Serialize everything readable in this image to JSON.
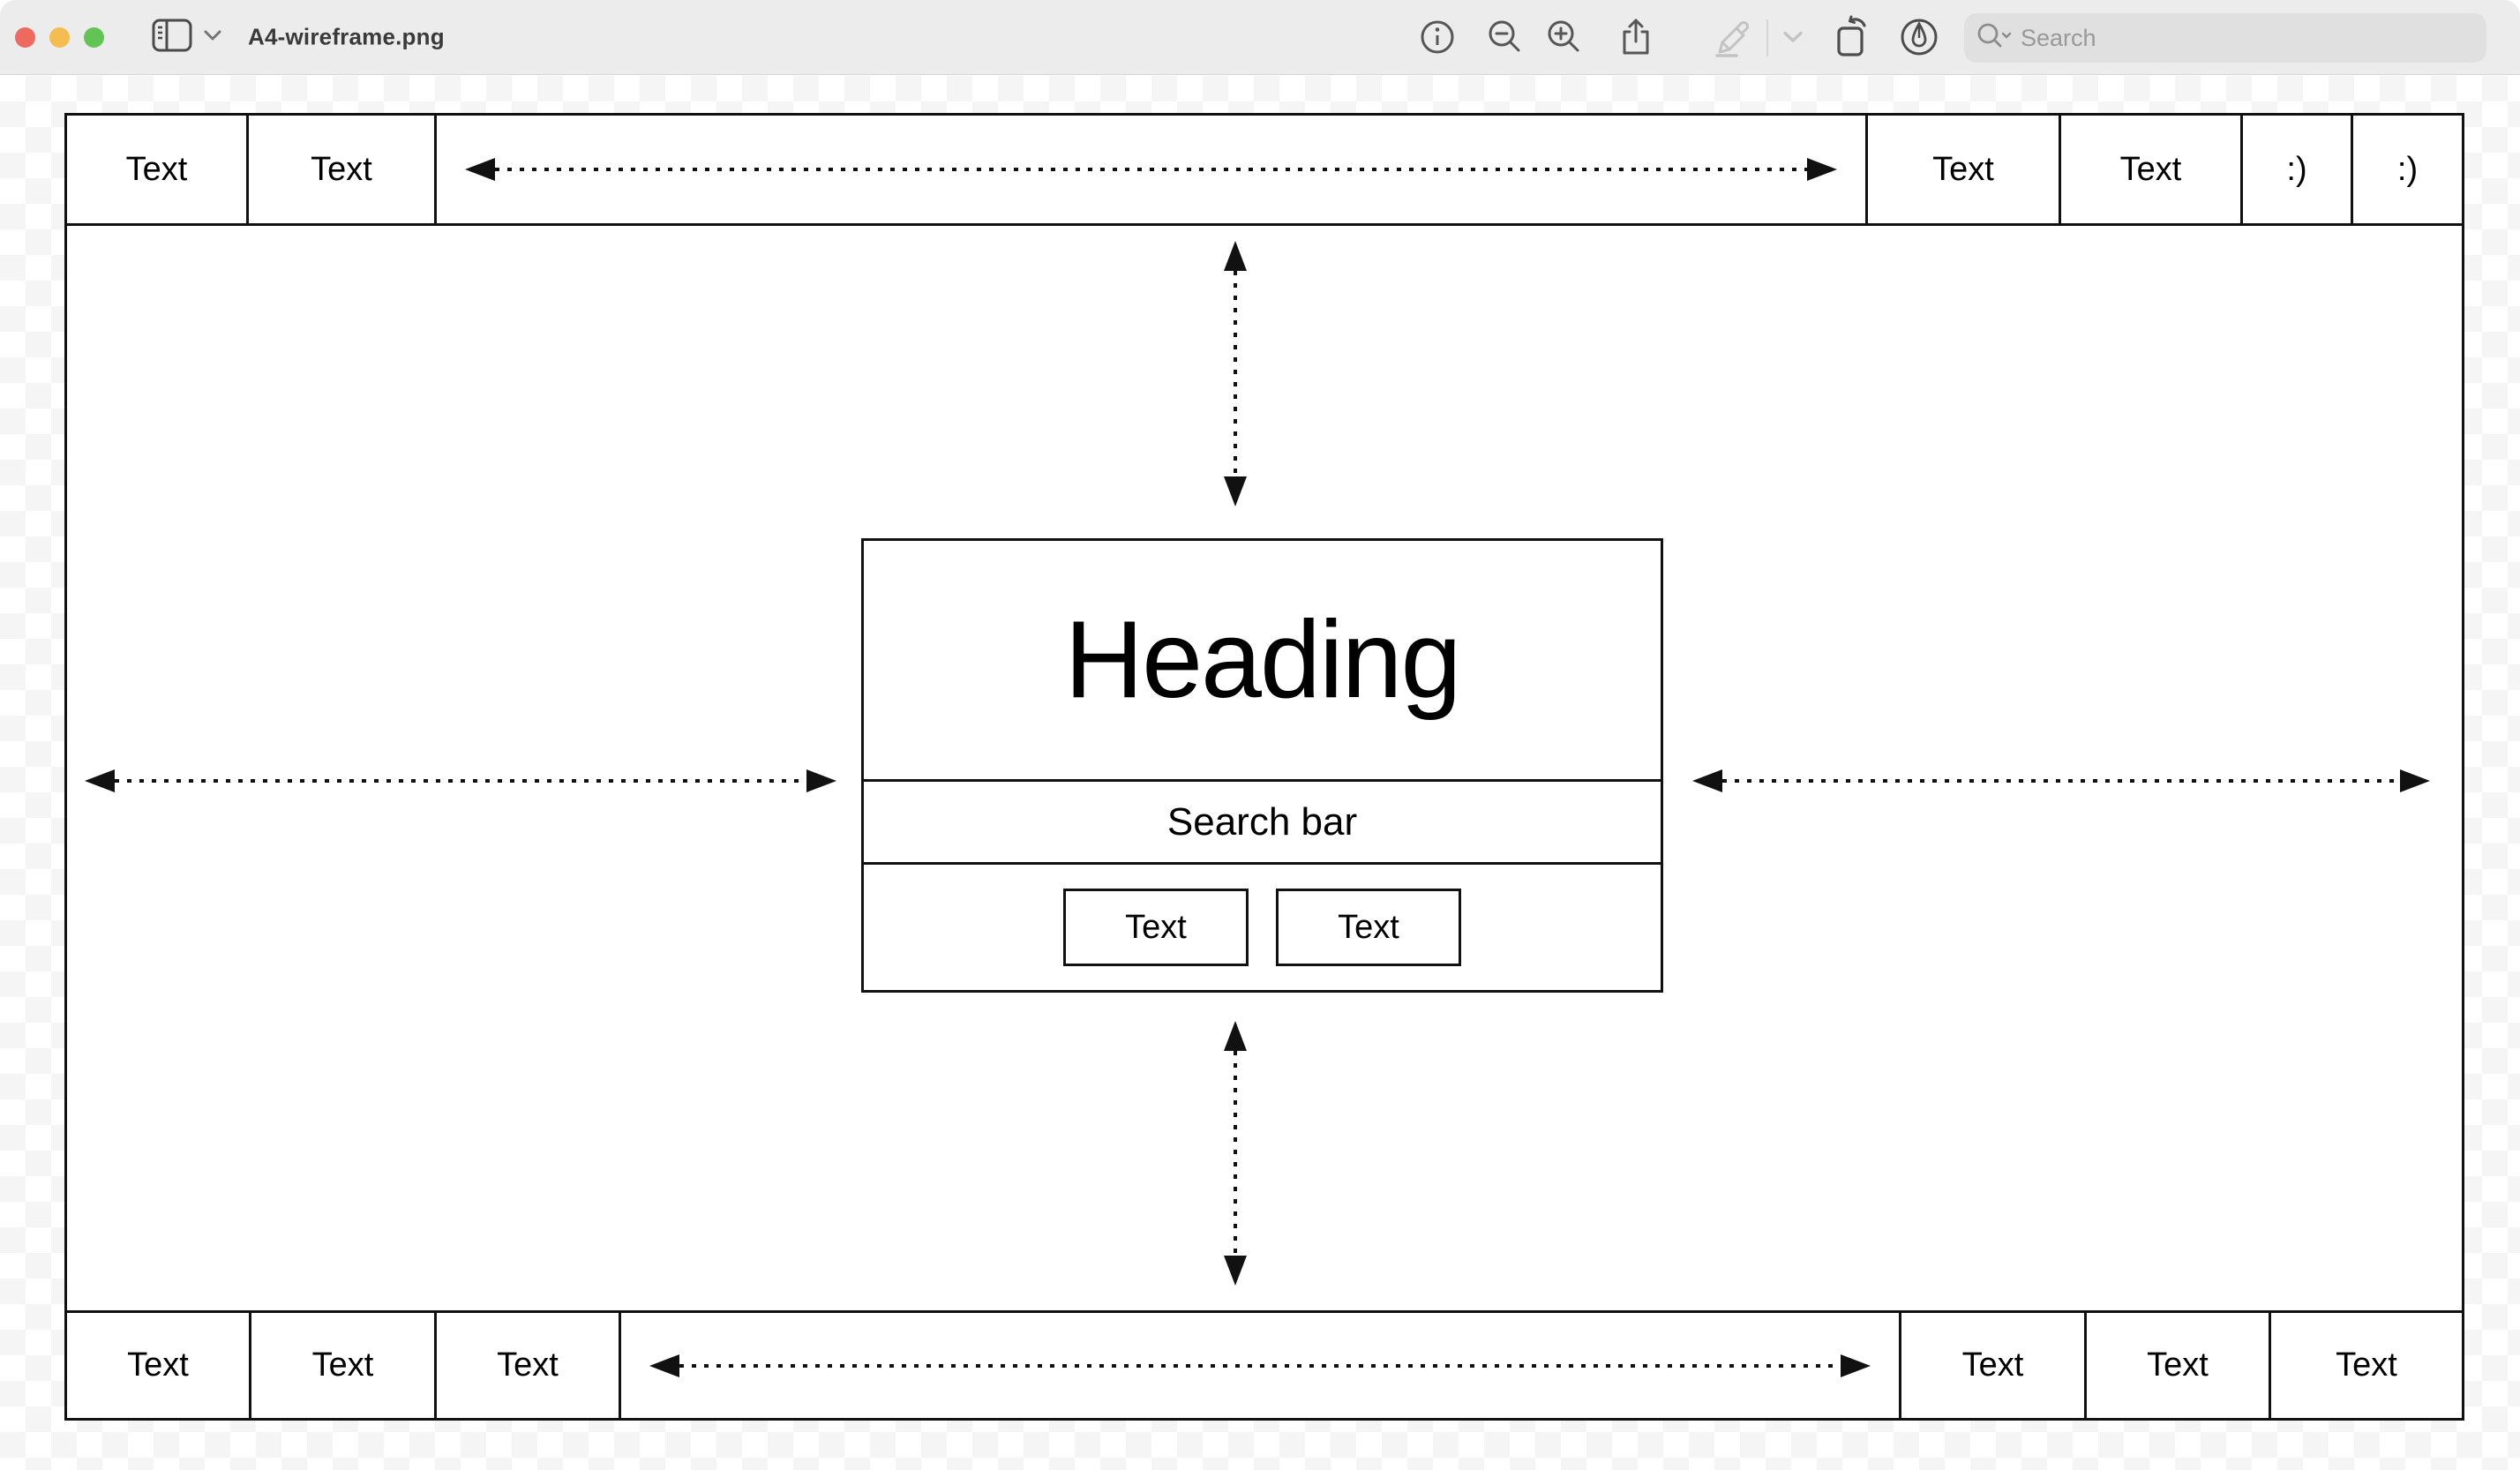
{
  "window": {
    "title": "A4-wireframe.png",
    "traffic_lights": [
      "close",
      "minimize",
      "zoom"
    ]
  },
  "toolbar": {
    "icons": [
      "sidebar-toggle-icon",
      "chevron-down-icon",
      "info-icon",
      "zoom-out-icon",
      "zoom-in-icon",
      "share-icon",
      "markup-pencil-icon",
      "markup-chevron-down-icon",
      "rotate-left-icon",
      "pen-circle-icon",
      "search-icon"
    ],
    "search_placeholder": "Search"
  },
  "wireframe": {
    "top_bar": {
      "cells_left": [
        "Text",
        "Text"
      ],
      "cells_right": [
        "Text",
        "Text",
        ":)",
        ":)"
      ]
    },
    "bottom_bar": {
      "cells_left": [
        "Text",
        "Text",
        "Text"
      ],
      "cells_right": [
        "Text",
        "Text",
        "Text"
      ]
    },
    "center_box": {
      "heading": "Heading",
      "search_bar": "Search bar",
      "buttons": [
        "Text",
        "Text"
      ]
    }
  },
  "colors": {
    "titlebar_bg": "#ececec",
    "traffic_red": "#ee6a5f",
    "traffic_yellow": "#f5bd4f",
    "traffic_green": "#61c454",
    "toolbar_icon": "#565656",
    "toolbar_icon_disabled": "#c3c3c3",
    "wireframe_line": "#111111",
    "checker_gray": "#f5f5f5",
    "search_field_bg": "#e0e0e0"
  }
}
